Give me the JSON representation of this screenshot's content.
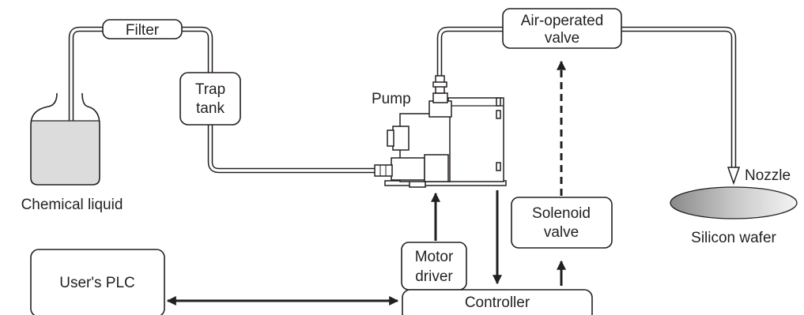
{
  "labels": {
    "filter": "Filter",
    "trap_tank_line1": "Trap",
    "trap_tank_line2": "tank",
    "air_valve_line1": "Air-operated",
    "air_valve_line2": "valve",
    "pump": "Pump",
    "nozzle": "Nozzle",
    "chemical_liquid": "Chemical liquid",
    "solenoid_line1": "Solenoid",
    "solenoid_line2": "valve",
    "silicon_wafer": "Silicon wafer",
    "motor_driver_line1": "Motor",
    "motor_driver_line2": "driver",
    "users_plc": "User's PLC",
    "controller": "Controller"
  },
  "colors": {
    "line": "#231f20",
    "liquid": "#dcdcdc",
    "wafer_dark": "#8a8a8a",
    "wafer_light": "#f2f2f2"
  }
}
